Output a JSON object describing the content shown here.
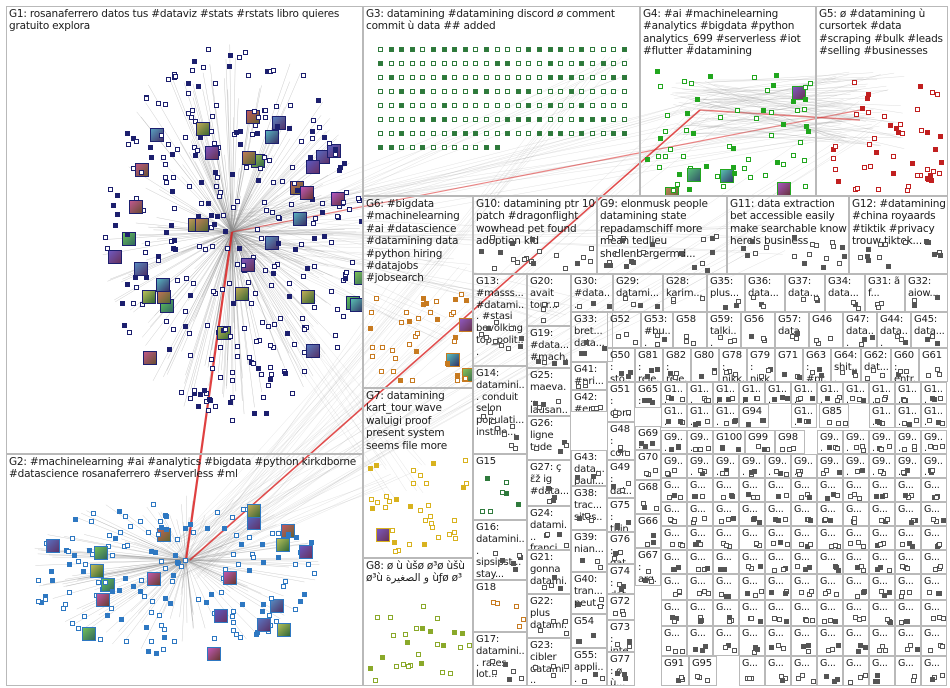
{
  "colors": {
    "G1": "#1c1f6e",
    "G2": "#2e78c2",
    "G3": "#2f7a3c",
    "G4": "#21a61e",
    "G5": "#c11f1f",
    "G6": "#c77a20",
    "G7": "#d8b21e",
    "G8": "#8aa92a",
    "edge": "#8a8a8a",
    "edge_red": "#d91f1f",
    "border": "#b9b9b9"
  },
  "groups": [
    {
      "id": "G1",
      "label": "G1: rosanaferrero datos tus #dataviz #stats #rstats libro quieres gratuito explora"
    },
    {
      "id": "G2",
      "label": "G2: #machinelearning #ai #analytics #bigdata #python kirkdborne #datascience rosanaferrero #serverless #ml"
    },
    {
      "id": "G3",
      "label": "G3: datamining #datamining discord ø comment commit ù data ## added"
    },
    {
      "id": "G4",
      "label": "G4: #ai #machinelearning #analytics #bigdata #python analytics_699 #serverless #iot #flutter #datamining"
    },
    {
      "id": "G5",
      "label": "G5: ø #datamining ù cursortek #data #scraping #bulk #leads #selling #businesses"
    },
    {
      "id": "G6",
      "label": "G6: #bigdata #machinelearning #ai #datascience #datamining data #python hiring #datajobs #jobsearch"
    },
    {
      "id": "G7",
      "label": "G7: datamining kart_tour wave waluigi proof present system seems file more"
    },
    {
      "id": "G8",
      "label": "G8: ø ù ùšø ø³ø ùšù ø³ù و الصغيرة ùƒø ø³"
    },
    {
      "id": "G9",
      "label": "G9: elonmusk people datamining state repadamschiff more mean tedlieu shellenbergermd..."
    },
    {
      "id": "G10",
      "label": "G10: datamining ptr 10 patch #dragonflight wowhead pet found adoption kid"
    },
    {
      "id": "G11",
      "label": "G11: data extraction bet accessible easily make searchable know here's business"
    },
    {
      "id": "G12",
      "label": "G12: #datamining #china royaards #tiktik #privacy trouw tiktok..."
    },
    {
      "id": "G13",
      "label": "G13: #masss... #datami... #stasi bevolking top_polit..."
    },
    {
      "id": "G14",
      "label": "G14: datamini... conduit selon populati... instille..."
    },
    {
      "id": "G15",
      "label": "G15"
    },
    {
      "id": "G16",
      "label": "G16: datamini... sipsipst... stay..."
    },
    {
      "id": "G17",
      "label": "G17: datamini... rates lot..."
    },
    {
      "id": "G18",
      "label": "G18"
    },
    {
      "id": "G19",
      "label": "G19: #data... #mach..."
    },
    {
      "id": "G20",
      "label": "G20: avait tour..."
    },
    {
      "id": "G21",
      "label": "G21: gonna datami..."
    },
    {
      "id": "G22",
      "label": "G22: plus datami..."
    },
    {
      "id": "G23",
      "label": "G23: cibler datami..."
    },
    {
      "id": "G24",
      "label": "G24: datami... franci..."
    },
    {
      "id": "G25",
      "label": "G25: maeva... lausan..."
    },
    {
      "id": "G26",
      "label": "G26: ligne tude"
    },
    {
      "id": "G27",
      "label": "G27: ç ɛ̃ž ig #data..."
    },
    {
      "id": "G28",
      "label": "G28: karim..."
    },
    {
      "id": "G29",
      "label": "G29: datami..."
    },
    {
      "id": "G30",
      "label": "G30: #data..."
    },
    {
      "id": "G31",
      "label": "G31: ã f..."
    },
    {
      "id": "G32",
      "label": "G32: aiow..."
    },
    {
      "id": "G33",
      "label": "G33: bret... data..."
    },
    {
      "id": "G34",
      "label": "G34: data..."
    },
    {
      "id": "G35",
      "label": "G35: plus..."
    },
    {
      "id": "G36",
      "label": "G36: data..."
    },
    {
      "id": "G37",
      "label": "G37: data..."
    },
    {
      "id": "G38",
      "label": "G38: trac... sites..."
    },
    {
      "id": "G39",
      "label": "G39: nian..."
    },
    {
      "id": "G40",
      "label": "G40: tran... peut..."
    },
    {
      "id": "G41",
      "label": "G41: #pri... #en..."
    },
    {
      "id": "G42",
      "label": "G42: #en..."
    },
    {
      "id": "G43",
      "label": "G43: data... paul..."
    },
    {
      "id": "G44",
      "label": "G44: data..."
    },
    {
      "id": "G45",
      "label": "G45: data..."
    },
    {
      "id": "G46",
      "label": "G46"
    },
    {
      "id": "G47",
      "label": "G47: data..."
    },
    {
      "id": "G48",
      "label": "G48: con..."
    },
    {
      "id": "G49",
      "label": "G49: dat..."
    },
    {
      "id": "G50",
      "label": "G50: sto..."
    },
    {
      "id": "G51",
      "label": "G51: don..."
    },
    {
      "id": "G52",
      "label": "G52"
    },
    {
      "id": "G53",
      "label": "G53: #bu..."
    },
    {
      "id": "G54",
      "label": "G54"
    },
    {
      "id": "G55",
      "label": "G55: appli..."
    },
    {
      "id": "G56",
      "label": "G56"
    },
    {
      "id": "G57",
      "label": "G57: data"
    },
    {
      "id": "G58",
      "label": "G58"
    },
    {
      "id": "G59",
      "label": "G59: talki..."
    },
    {
      "id": "G60",
      "label": "G60: entr..."
    },
    {
      "id": "G61",
      "label": "G61"
    },
    {
      "id": "G62",
      "label": "G62: dat..."
    },
    {
      "id": "G63",
      "label": "G63: #pr..."
    },
    {
      "id": "G64",
      "label": "G64: shit..."
    },
    {
      "id": "G65",
      "label": "G65: dat..."
    },
    {
      "id": "G66",
      "label": "G66"
    },
    {
      "id": "G67",
      "label": "G67: arg..."
    },
    {
      "id": "G68",
      "label": "G68"
    },
    {
      "id": "G69",
      "label": "G69: gru..."
    },
    {
      "id": "G70",
      "label": "G70"
    },
    {
      "id": "G71",
      "label": "G71"
    },
    {
      "id": "G72",
      "label": "G72"
    },
    {
      "id": "G73",
      "label": "G73: inte..."
    },
    {
      "id": "G74",
      "label": "G74: dat..."
    },
    {
      "id": "G75",
      "label": "G75: thing"
    },
    {
      "id": "G76",
      "label": "G76: dat..."
    },
    {
      "id": "G77",
      "label": "G77: ø ù..."
    },
    {
      "id": "G78",
      "label": "G78: nikk..."
    },
    {
      "id": "G79",
      "label": "G79: nikk..."
    },
    {
      "id": "G80",
      "label": "G80"
    },
    {
      "id": "G81",
      "label": "G81: rele..."
    },
    {
      "id": "G82",
      "label": "G82: rele..."
    },
    {
      "id": "G85",
      "label": "G85"
    },
    {
      "id": "G91",
      "label": "G91"
    },
    {
      "id": "G94",
      "label": "G94"
    },
    {
      "id": "G95",
      "label": "G95"
    },
    {
      "id": "G98",
      "label": "G98"
    },
    {
      "id": "G99",
      "label": "G99"
    },
    {
      "id": "G100",
      "label": "G100"
    },
    {
      "id": "G1x",
      "label": "G1..."
    },
    {
      "id": "G9x",
      "label": "G9..."
    },
    {
      "id": "Gx",
      "label": "G..."
    }
  ]
}
